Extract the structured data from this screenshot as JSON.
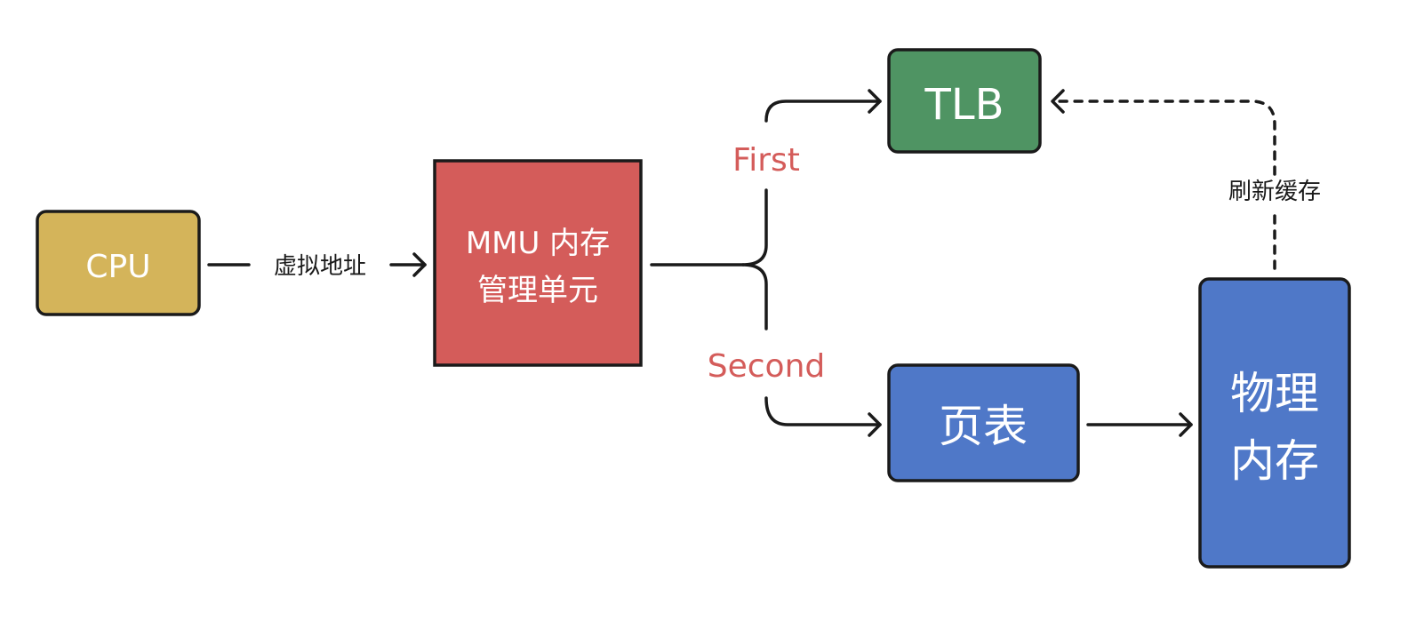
{
  "nodes": {
    "cpu": {
      "label": "CPU",
      "fill": "#D4B45A",
      "stroke": "#1a1a1a"
    },
    "mmu": {
      "line1": "MMU 内存",
      "line2": "管理单元",
      "fill": "#D45C5A",
      "stroke": "#1a1a1a"
    },
    "tlb": {
      "label": "TLB",
      "fill": "#4F9463",
      "stroke": "#1a1a1a"
    },
    "page_table": {
      "label": "页表",
      "fill": "#4F78C8",
      "stroke": "#1a1a1a"
    },
    "physical_memory": {
      "line1": "物理",
      "line2": "内存",
      "fill": "#4F78C8",
      "stroke": "#1a1a1a"
    }
  },
  "edges": {
    "virtual_address": {
      "label": "虚拟地址"
    },
    "first": {
      "label": "First",
      "color": "#D45C5A"
    },
    "second": {
      "label": "Second",
      "color": "#D45C5A"
    },
    "refresh_cache": {
      "label": "刷新缓存"
    }
  }
}
